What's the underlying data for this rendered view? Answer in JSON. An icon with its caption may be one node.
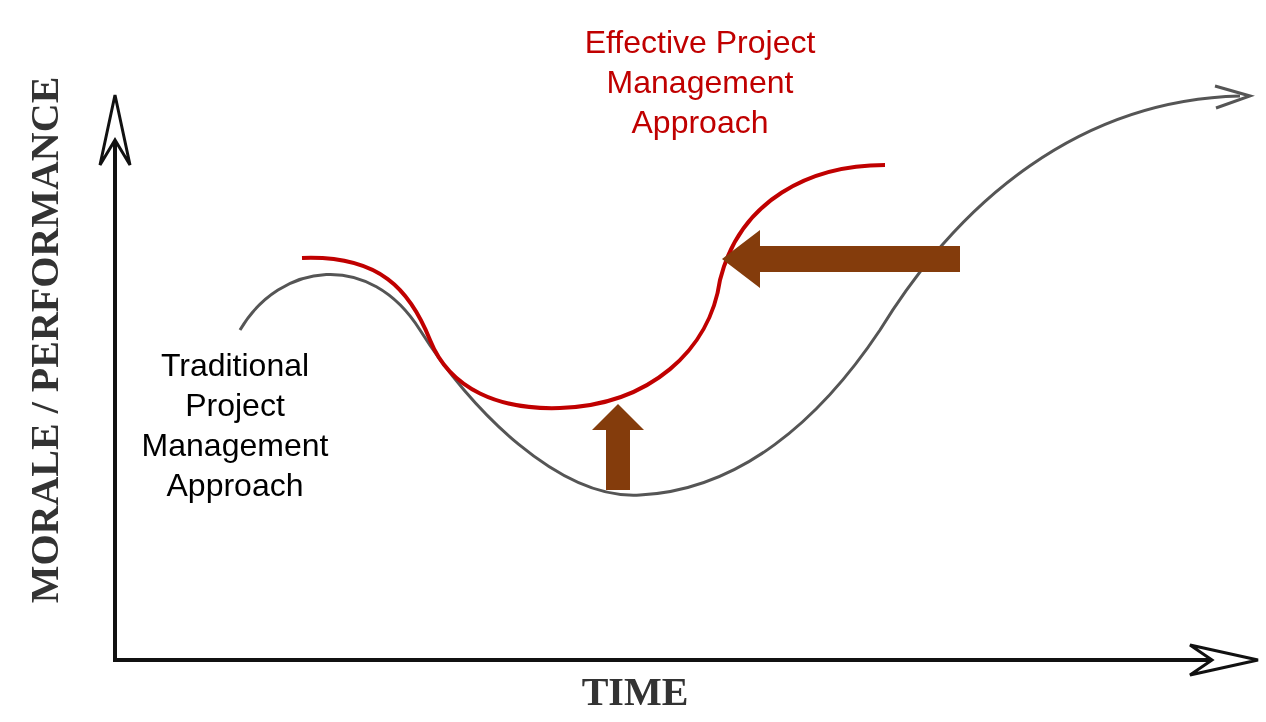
{
  "diagram": {
    "labels": [
      "Effective Project Management Approach",
      "MORALE / PERFORMANCE",
      "Traditional Project Management Approach",
      "TIME"
    ]
  }
}
